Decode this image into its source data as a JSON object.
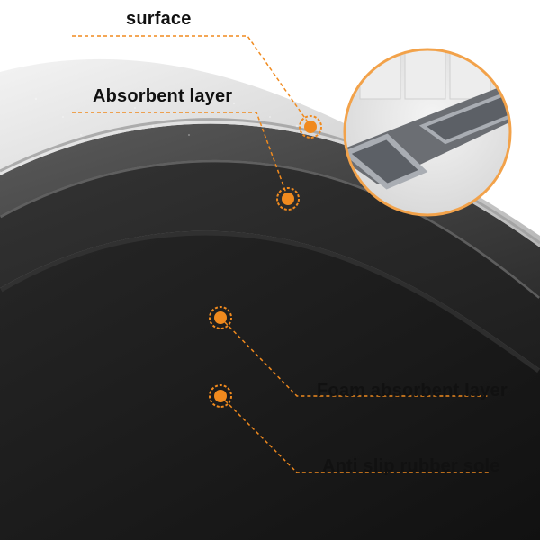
{
  "callouts": {
    "surface": "surface",
    "absorbent_layer": "Absorbent layer",
    "foam_absorbent_layer": "Foam absorbent layer",
    "anti_slip_rubber_sole": "Anti slip rubber sole"
  },
  "colors": {
    "accent_orange": "#F08A1E",
    "surface_top": "#E6E6E6",
    "surface_edge": "#BDBDBD",
    "absorbent_layer": "#4A4A4A",
    "foam_layer": "#2B2B2B",
    "rubber_sole": "#1B1B1B",
    "inset_ring": "#F2A24A",
    "inset_mat": "#6B6E73",
    "inset_mat_border": "#A9ADB3"
  },
  "inset": {
    "description_icon": "mat-inset-photo"
  }
}
